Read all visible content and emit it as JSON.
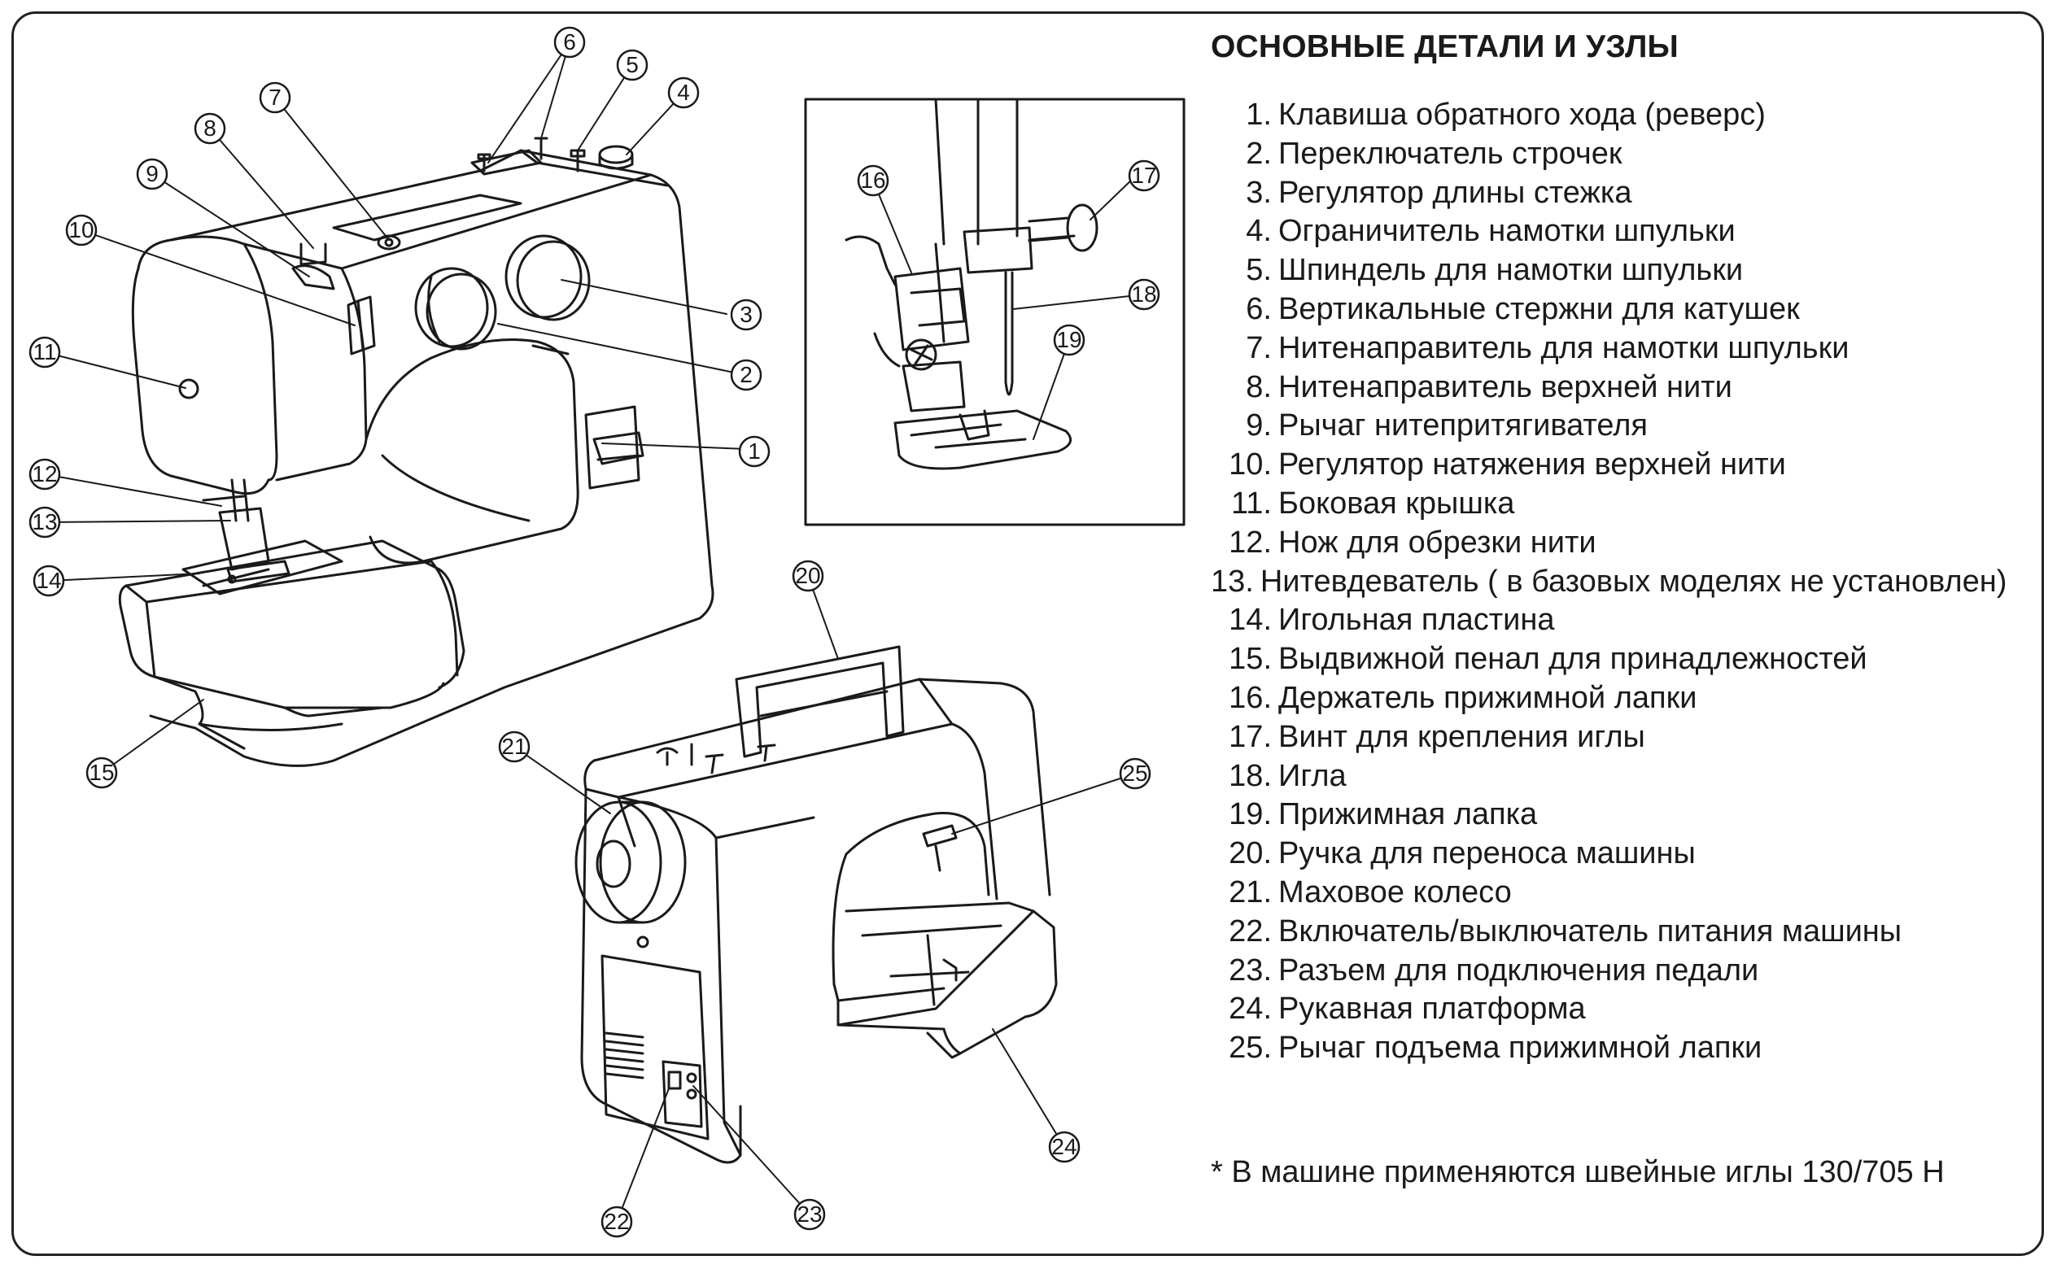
{
  "title": "ОСНОВНЫЕ ДЕТАЛИ И УЗЛЫ",
  "parts": [
    {
      "num": "1.",
      "label": "Клавиша обратного хода (реверс)"
    },
    {
      "num": "2.",
      "label": "Переключатель строчек"
    },
    {
      "num": "3.",
      "label": "Регулятор длины стежка"
    },
    {
      "num": "4.",
      "label": "Ограничитель намотки шпульки"
    },
    {
      "num": "5.",
      "label": "Шпиндель для намотки шпульки"
    },
    {
      "num": "6.",
      "label": "Вертикальные стержни для катушек"
    },
    {
      "num": "7.",
      "label": "Нитенаправитель для намотки шпульки"
    },
    {
      "num": "8.",
      "label": "Нитенаправитель верхней нити"
    },
    {
      "num": "9.",
      "label": "Рычаг нитепритягивателя"
    },
    {
      "num": "10.",
      "label": "Регулятор натяжения верхней нити"
    },
    {
      "num": "11.",
      "label": "Боковая крышка"
    },
    {
      "num": "12.",
      "label": "Нож для обрезки нити"
    },
    {
      "num": "13.",
      "label": "Нитевдеватель ( в базовых моделях не установлен)"
    },
    {
      "num": "14.",
      "label": "Игольная пластина"
    },
    {
      "num": "15.",
      "label": "Выдвижной пенал для принадлежностей"
    },
    {
      "num": "16.",
      "label": "Держатель прижимной лапки"
    },
    {
      "num": "17.",
      "label": "Винт для крепления иглы"
    },
    {
      "num": "18.",
      "label": "Игла"
    },
    {
      "num": "19.",
      "label": "Прижимная лапка"
    },
    {
      "num": "20.",
      "label": "Ручка для переноса машины"
    },
    {
      "num": "21.",
      "label": "Маховое колесо"
    },
    {
      "num": "22.",
      "label": "Включатель/выключатель питания машины"
    },
    {
      "num": "23.",
      "label": "Разъем для подключения педали"
    },
    {
      "num": "24.",
      "label": "Рукавная платформа"
    },
    {
      "num": "25.",
      "label": "Рычаг подъема прижимной лапки"
    }
  ],
  "footnote": "* В машине применяются швейные иглы 130/705 H",
  "callouts": [
    "1",
    "2",
    "3",
    "4",
    "5",
    "6",
    "7",
    "8",
    "9",
    "10",
    "11",
    "12",
    "13",
    "14",
    "15",
    "16",
    "17",
    "18",
    "19",
    "20",
    "21",
    "22",
    "23",
    "24",
    "25"
  ]
}
